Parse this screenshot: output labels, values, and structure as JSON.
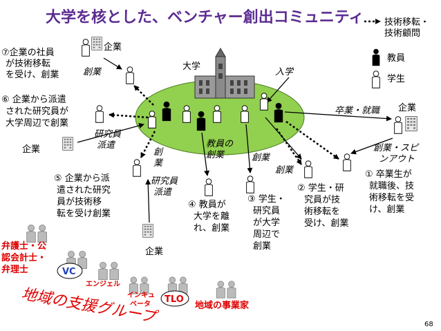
{
  "title": "大学を核とした、ベンチャー創出コミュニティ",
  "page_number": "68",
  "legend": {
    "tech_transfer_line1": "技術移転・",
    "tech_transfer_line2": "技術顧問",
    "faculty": "教員",
    "student": "学生"
  },
  "university": "大学",
  "enter_university": "入学",
  "company": "企業",
  "labels": {
    "sogyo": "創業",
    "graduation_employment": "卒業・就職",
    "faculty_startup_line1": "教員の",
    "faculty_startup_line2": "創業",
    "research_dispatch_line1": "研究員",
    "research_dispatch_line2": "派遣",
    "spinout_line1": "創業・スピ",
    "spinout_line2": "ンアウト",
    "sogyo_vertical_1": "創",
    "sogyo_vertical_2": "業"
  },
  "cases": {
    "case1": [
      "① 卒業生が",
      "就職後、技",
      "術移転を受",
      "け、創業"
    ],
    "case2": [
      "② 学生・研",
      "究員が技",
      "術移転を",
      "受け、創業"
    ],
    "case3": [
      "③ 学生・",
      "研究員",
      "が大学",
      "周辺で",
      "創業"
    ],
    "case4": [
      "④ 教員が",
      "大学を離",
      "れ、創業"
    ],
    "case5": [
      "⑤ 企業から派",
      "遣された研究",
      "員が技術移",
      "転を受け創業"
    ],
    "case6": [
      "⑥ 企業から派遣",
      "された研究員が",
      "大学周辺で創業"
    ],
    "case7": [
      "⑦企業の社員",
      "が技術移転",
      "を受け、創業"
    ]
  },
  "support": {
    "professionals": [
      "弁護士・公",
      "認会計士・",
      "弁理士"
    ],
    "vc": "VC",
    "angel": "エンジェル",
    "incubator_line1": "インキュ",
    "incubator_line2": "ベータ",
    "tlo": "TLO",
    "local_entrepreneurs": "地域の事業家",
    "group_label": "地域の支援グループ"
  },
  "colors": {
    "title": "#5b2c91",
    "ellipse": "#92d050",
    "support_red": "#e00000",
    "vc_blue": "#1f3fbf"
  }
}
